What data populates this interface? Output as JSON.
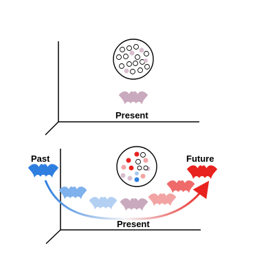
{
  "panels": {
    "top": {
      "axis_label": "Present"
    },
    "bottom": {
      "axis_label": "Present",
      "left_label": "Past",
      "right_label": "Future"
    }
  },
  "colors": {
    "past": "#2f7fe0",
    "present": "#c9a9bd",
    "future": "#e8221e",
    "axis": "#000000",
    "circle_outline": "#000000"
  },
  "icons": {
    "bat": "bat-icon",
    "pool": "population-circle"
  }
}
